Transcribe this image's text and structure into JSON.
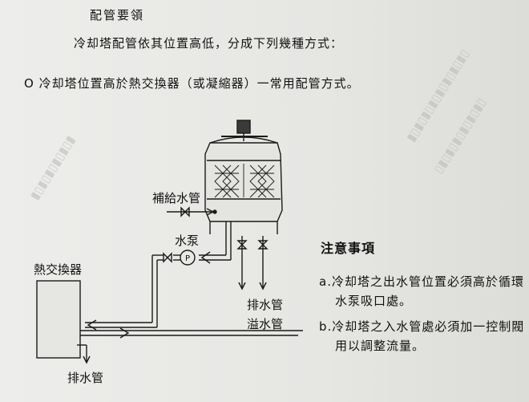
{
  "header": {
    "title": "配管要領",
    "intro": "冷却塔配管依其位置高低，分成下列幾種方式：",
    "case1": "O 冷却塔位置高於熱交換器（或凝縮器）一常用配管方式。"
  },
  "diagram": {
    "makeup_label": "補給水管",
    "pump_label": "水泵",
    "pump_symbol": "P",
    "heat_exchanger_label": "熱交換器",
    "drain_bottom_label": "排水管",
    "drain_label": "排水管",
    "overflow_label": "溢水管"
  },
  "notes": {
    "title": "注意事項",
    "a_line1": "a.冷却塔之出水管位置必須高於循環",
    "a_line2": "水泵吸口處。",
    "b_line1": "b.冷却塔之入水管處必須加一控制閥",
    "b_line2": "用以調整流量。"
  }
}
